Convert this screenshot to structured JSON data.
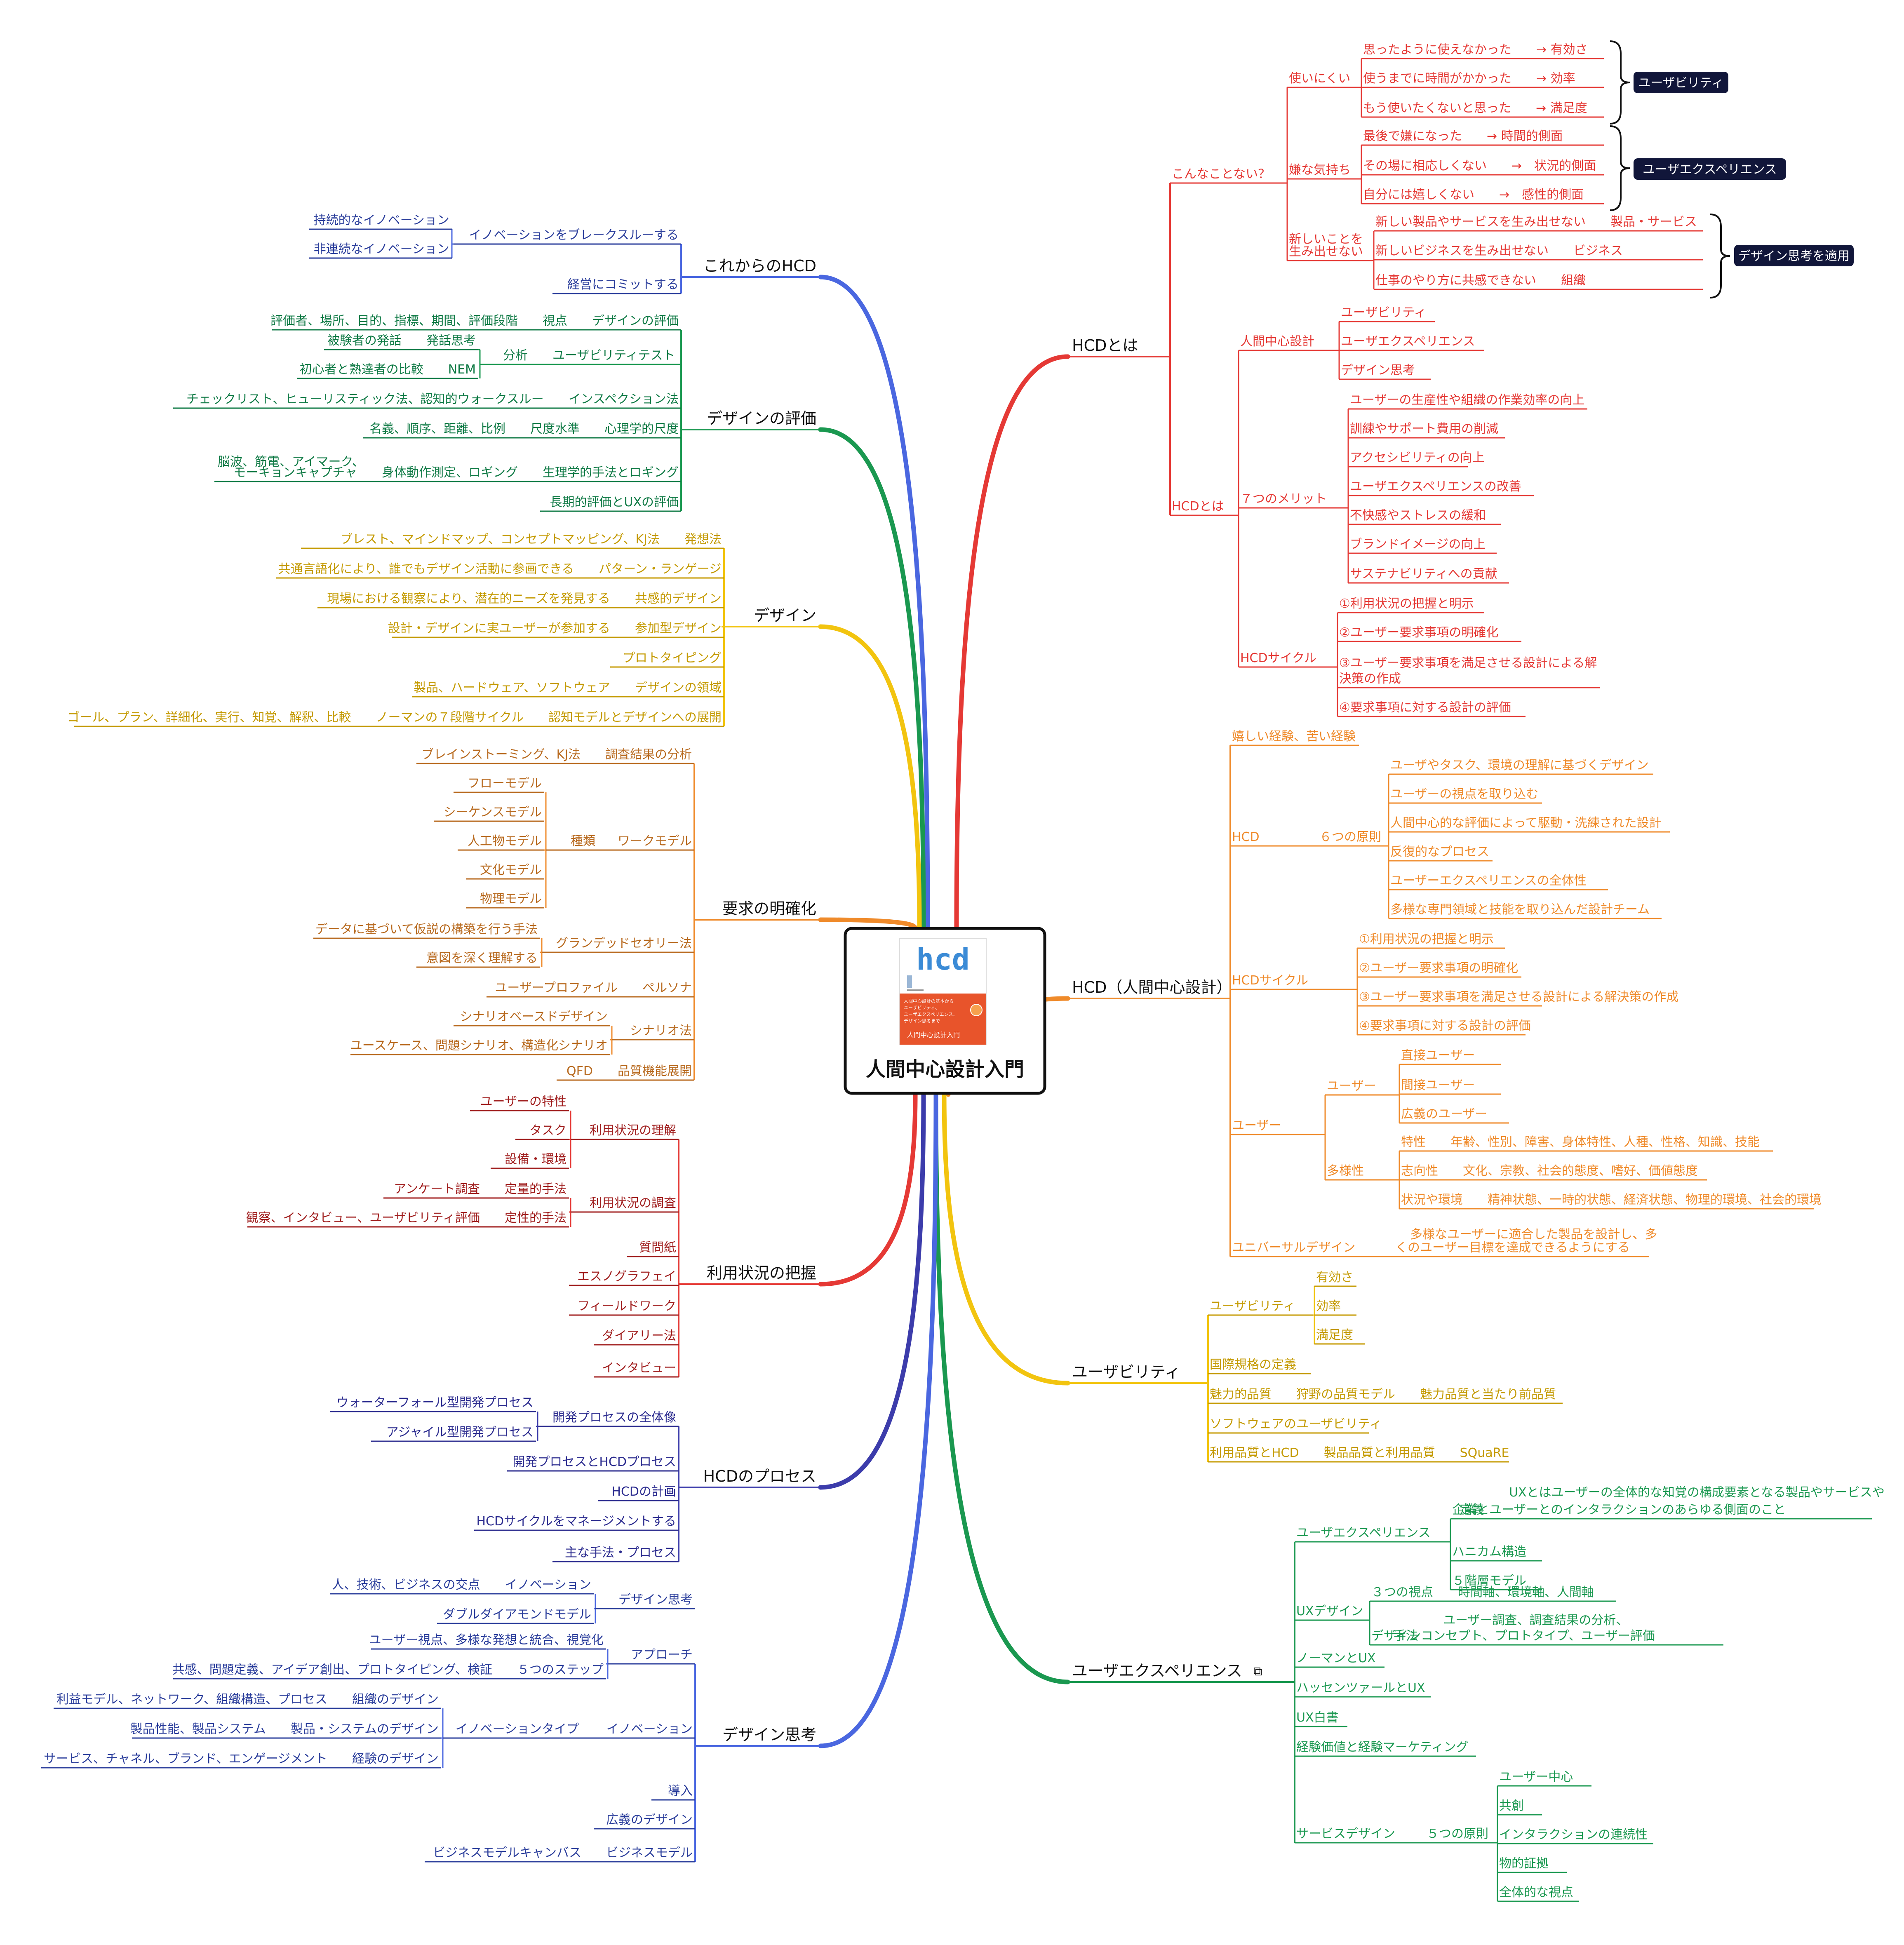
{
  "center": {
    "title": "人間中心設計入門",
    "book": {
      "logo": "hcd",
      "blurb_1": "人間中心設計の基本から",
      "blurb_2": "ユーザビリティ、",
      "blurb_3": "ユーザエクスペリエンス、",
      "blurb_4": "デザイン思考まで",
      "spine": "人間中心設計入門"
    }
  },
  "colors": {
    "red": "#e53935",
    "orange": "#ef8a2a",
    "yellow": "#f2c40f",
    "green": "#1a9850",
    "blue": "#4a67e0",
    "navy": "#3c3cab",
    "tag": "#11163a"
  },
  "branches": {
    "hcd_toha": {
      "label": "HCDとは",
      "konna": {
        "label": "こんなことない？",
        "tsukainikui": "使いにくい",
        "u1": "思ったように使えなかった　　→ 有効さ",
        "u2": "使うまでに時間がかかった　　→ 効率",
        "u3": "もう使いたくないと思った　　→ 満足度",
        "tag_usability": "ユーザビリティ",
        "iyana": "嫌な気持ち",
        "x1": "最後で嫌になった　　→ 時間的側面",
        "x2": "その場に相応しくない　　→　状況的側面",
        "x3": "自分には嬉しくない　　→　感性的側面",
        "tag_ux": "ユーザエクスペリエンス",
        "atarashii_1": "新しいことを",
        "atarashii_2": "生み出せない",
        "d1": "新しい製品やサービスを生み出せない　　製品・サービス",
        "d2": "新しいビジネスを生み出せない　　ビジネス",
        "d3": "仕事のやり方に共感できない　　組織",
        "tag_design": "デザイン思考を適用"
      },
      "hcdtoha": {
        "label": "HCDとは",
        "ningen": "人間中心設計",
        "n1": "ユーザビリティ",
        "n2": "ユーザエクスペリエンス",
        "n3": "デザイン思考",
        "merit": "７つのメリット",
        "m1": "ユーザーの生産性や組織の作業効率の向上",
        "m2": "訓練やサポート費用の削減",
        "m3": "アクセシビリティの向上",
        "m4": "ユーザエクスペリエンスの改善",
        "m5": "不快感やストレスの緩和",
        "m6": "ブランドイメージの向上",
        "m7": "サステナビリティへの貢献",
        "cycle": "HCDサイクル",
        "c1": "①利用状況の把握と明示",
        "c2": "②ユーザー要求事項の明確化",
        "c3a": "③ユーザー要求事項を満足させる設計による解",
        "c3b": "決策の作成",
        "c4": "④要求事項に対する設計の評価"
      }
    },
    "hcd_ningen": {
      "label": "HCD（人間中心設計）",
      "ureshii": "嬉しい経験、苦い経験",
      "hcd": "HCD",
      "gensoku": "６つの原則",
      "p1": "ユーザやタスク、環境の理解に基づくデザイン",
      "p2": "ユーザーの視点を取り込む",
      "p3": "人間中心的な評価によって駆動・洗練された設計",
      "p4": "反復的なプロセス",
      "p5": "ユーザーエクスペリエンスの全体性",
      "p6": "多様な専門領域と技能を取り込んだ設計チーム",
      "cycle": "HCDサイクル",
      "c1": "①利用状況の把握と明示",
      "c2": "②ユーザー要求事項の明確化",
      "c3": "③ユーザー要求事項を満足させる設計による解決策の作成",
      "c4": "④要求事項に対する設計の評価",
      "user": "ユーザー",
      "user2": "ユーザー",
      "u1": "直接ユーザー",
      "u2": "間接ユーザー",
      "u3": "広義のユーザー",
      "tayou": "多様性",
      "t1": "特性　　年齢、性別、障害、身体特性、人種、性格、知識、技能",
      "t2": "志向性　　文化、宗教、社会的態度、嗜好、価値態度",
      "t3": "状況や環境　　精神状態、一時的状態、経済状態、物理的環境、社会的環境",
      "universal": "ユニバーサルデザイン",
      "uni_a": "多様なユーザーに適合した製品を設計し、多",
      "uni_b": "くのユーザー目標を達成できるようにする"
    },
    "usability": {
      "label": "ユーザビリティ",
      "us": "ユーザビリティ",
      "e1": "有効さ",
      "e2": "効率",
      "e3": "満足度",
      "kokusai": "国際規格の定義",
      "miryoku": "魅力的品質　　狩野の品質モデル　　魅力品質と当たり前品質",
      "software": "ソフトウェアのユーザビリティ",
      "riyou": "利用品質とHCD　　製品品質と利用品質　　SQuaRE"
    },
    "ux": {
      "label": "ユーザエクスペリエンス",
      "ux": "ユーザエクスペリエンス",
      "teigi": "定義",
      "def_a": "UXとはユーザーの全体的な知覚の構成要素となる製品やサービスや",
      "def_b": "企業とユーザーとのインタラクションのあらゆる側面のこと",
      "honeycomb": "ハニカム構造",
      "five": "５階層モデル",
      "uxdesign": "UXデザイン",
      "mittsu": "３つの視点　　時間軸、環境軸、人間軸",
      "shuhou": "手法",
      "sh_a": "ユーザー調査、調査結果の分析、",
      "sh_b": "デザインコンセプト、プロトタイプ、ユーザー評価",
      "norman": "ノーマンとUX",
      "hassen": "ハッセンツァールとUX",
      "hakusho": "UX白書",
      "keiken": "経験価値と経験マーケティング",
      "service": "サービスデザイン",
      "gensoku5": "５つの原則",
      "s1": "ユーザー中心",
      "s2": "共創",
      "s3": "インタラクションの連続性",
      "s4": "物的証拠",
      "s5": "全体的な視点"
    },
    "korekara": {
      "label": "これからのHCD",
      "inno": "イノベーションをブレークスルーする",
      "i1": "持続的なイノベーション",
      "i2": "非連続なイノベーション",
      "keiei": "経営にコミットする"
    },
    "hyouka": {
      "label": "デザインの評価",
      "r1": "評価者、場所、目的、指標、期間、評価段階　　視点　　デザインの評価",
      "r2a": "被験者の発話　　発話思考",
      "r2b": "分析　　ユーザビリティテスト",
      "r2c": "初心者と熟達者の比較　　NEM",
      "r3": "チェックリスト、ヒューリスティック法、認知的ウォークスルー　　インスペクション法",
      "r4": "名義、順序、距離、比例　　尺度水準　　心理学的尺度",
      "r5a": "脳波、筋電、アイマーク、",
      "r5b": "モーキョンキャプチャ　　身体動作測定、ロギング　　生理学的手法とロギング",
      "r6": "長期的評価とUXの評価"
    },
    "design": {
      "label": "デザイン",
      "d1": "ブレスト、マインドマップ、コンセプトマッピング、KJ法　　発想法",
      "d2": "共通言語化により、誰でもデザイン活動に参画できる　　パターン・ランゲージ",
      "d3": "現場における観察により、潜在的ニーズを発見する　　共感的デザイン",
      "d4": "設計・デザインに実ユーザーが参加する　　参加型デザイン",
      "d5": "プロトタイピング",
      "d6": "製品、ハードウェア、ソフトウェア　　デザインの領域",
      "d7": "ゴール、プラン、詳細化、実行、知覚、解釈、比較　　ノーマンの７段階サイクル　　認知モデルとデザインへの展開"
    },
    "youkyu": {
      "label": "要求の明確化",
      "r1": "ブレインストーミング、KJ法　　調査結果の分析",
      "m1": "フローモデル",
      "m2": "シーケンスモデル",
      "m3": "人工物モデル",
      "m4": "文化モデル",
      "m5": "物理モデル",
      "shurui": "種類",
      "work": "ワークモデル",
      "g1": "データに基づいて仮説の構築を行う手法",
      "g2": "意図を深く理解する",
      "grounded": "グランデッドセオリー法",
      "persona": "ユーザープロファイル　　ペルソナ",
      "sc1": "シナリオベースドデザイン",
      "sc2": "ユースケース、問題シナリオ、構造化シナリオ",
      "scenario": "シナリオ法",
      "qfd": "QFD　　品質機能展開"
    },
    "riyou": {
      "label": "利用状況の把握",
      "a1": "ユーザーの特性",
      "a2": "タスク",
      "a3": "設備・環境",
      "rikai": "利用状況の理解",
      "b1": "アンケート調査　　定量的手法",
      "b2": "観察、インタビュー、ユーザビリティ評価　　定性的手法",
      "chousa": "利用状況の調査",
      "c1": "質問紙",
      "c2": "エスノグラフェイ",
      "c3": "フィールドワーク",
      "c4": "ダイアリー法",
      "c5": "インタビュー"
    },
    "process": {
      "label": "HCDのプロセス",
      "w1": "ウォーターフォール型開発プロセス",
      "w2": "アジャイル型開発プロセス",
      "zentai": "開発プロセスの全体像",
      "p1": "開発プロセスとHCDプロセス",
      "p2": "HCDの計画",
      "p3": "HCDサイクルをマネージメントする",
      "p4": "主な手法・プロセス"
    },
    "shikou": {
      "label": "デザイン思考",
      "a1": "人、技術、ビジネスの交点　　イノベーション",
      "a2": "ダブルダイアモンドモデル",
      "dshikou": "デザイン思考",
      "b1": "ユーザー視点、多様な発想と統合、視覚化",
      "b2": "共感、問題定義、アイデア創出、プロトタイピング、検証　　５つのステップ",
      "approach": "アプローチ",
      "c1": "利益モデル、ネットワーク、組織構造、プロセス　　組織のデザイン",
      "c2": "製品性能、製品システム　　製品・システムのデザイン",
      "c3": "サービス、チャネル、ブランド、エンゲージメント　　経験のデザイン",
      "type": "イノベーションタイプ",
      "inno": "イノベーション",
      "dounyu": "導入",
      "kougi": "広義のデザイン",
      "bm": "ビジネスモデルキャンバス　　ビジネスモデル"
    }
  }
}
